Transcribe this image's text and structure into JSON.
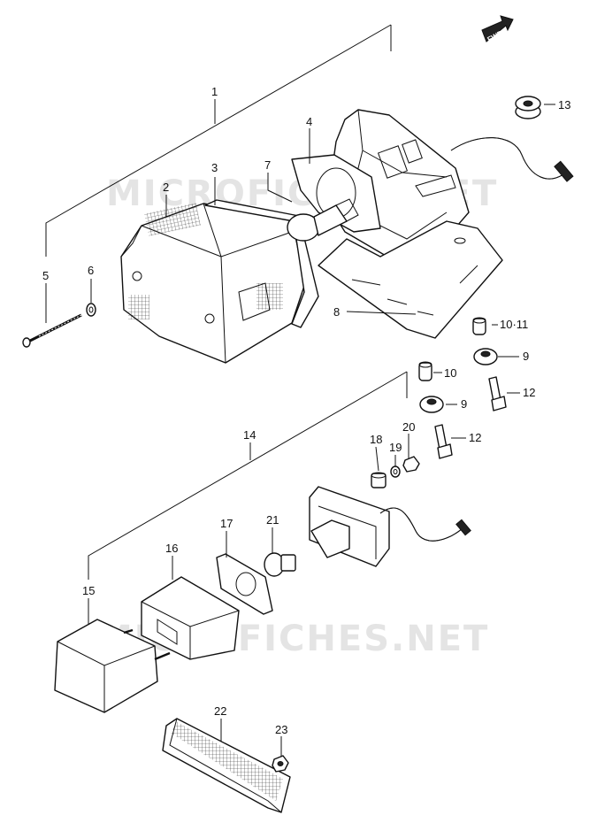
{
  "badge": "FWD",
  "watermarks": [
    "MICROFICHES.NET",
    "MICROFICHES.NET"
  ],
  "callouts": [
    "1",
    "2",
    "3",
    "4",
    "5",
    "6",
    "7",
    "8",
    "9",
    "9",
    "10",
    "10·11",
    "12",
    "12",
    "13",
    "14",
    "15",
    "16",
    "17",
    "18",
    "19",
    "20",
    "21",
    "22",
    "23"
  ]
}
